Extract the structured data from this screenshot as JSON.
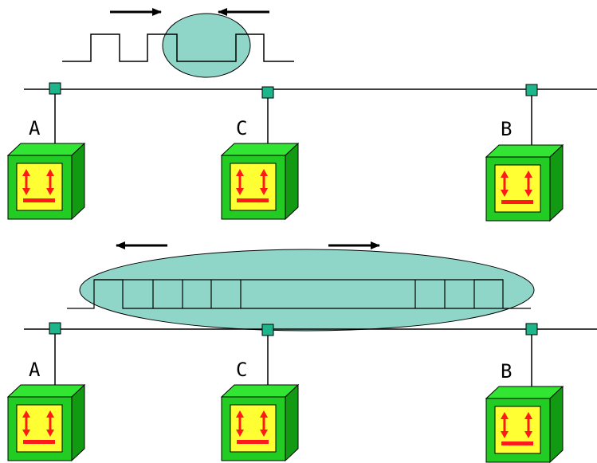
{
  "colors": {
    "bus_line": "#000000",
    "tap_fill": "#1fb58a",
    "collision_fill": "#8fd6c8",
    "box_front": "#22cc22",
    "box_top": "#33e533",
    "box_side": "#129a12",
    "panel_fill": "#ffff33",
    "arrow_red": "#ff1a1a"
  },
  "top_panel": {
    "labels": {
      "a": "A",
      "c": "C",
      "b": "B"
    },
    "icons": [
      "arrow-right-icon",
      "arrow-left-icon",
      "collision-ellipse-icon",
      "square-wave-icon"
    ]
  },
  "bottom_panel": {
    "labels": {
      "a": "A",
      "c": "C",
      "b": "B"
    },
    "icons": [
      "arrow-left-icon",
      "arrow-right-icon",
      "signal-spread-ellipse-icon"
    ]
  },
  "station_icon": "station-box-icon"
}
